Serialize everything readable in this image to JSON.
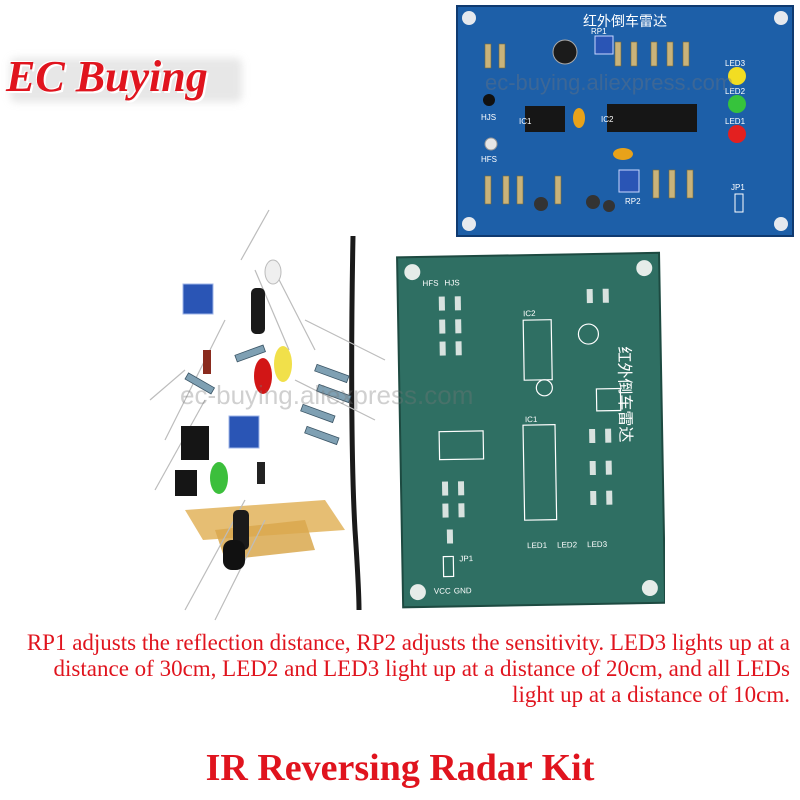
{
  "brand": {
    "name": "EC Buying",
    "color": "#e0141e"
  },
  "watermark": "ec-buying.aliexpress.com",
  "board_top": {
    "title": "红外倒车雷达",
    "labels": [
      "HJS",
      "HFS",
      "LED3",
      "LED2",
      "LED1",
      "JP1",
      "IC1",
      "IC2",
      "RP1",
      "RP2"
    ]
  },
  "board_main": {
    "title": "红外倒车雷达",
    "labels": [
      "HFS",
      "HJS",
      "IC1",
      "IC2",
      "JP1",
      "VCC",
      "GND",
      "LED3",
      "LED2",
      "LED1"
    ]
  },
  "caption": "RP1 adjusts the reflection distance, RP2 adjusts the sensitivity. LED3 lights up at a distance of 30cm, LED2 and LED3 light up at a distance of 20cm, and all LEDs light up at a distance of 10cm.",
  "product_title": "IR Reversing Radar Kit",
  "colors": {
    "pcb_blue": "#1d5fa8",
    "pcb_green": "#2f6f63",
    "text_red": "#e0141e"
  }
}
